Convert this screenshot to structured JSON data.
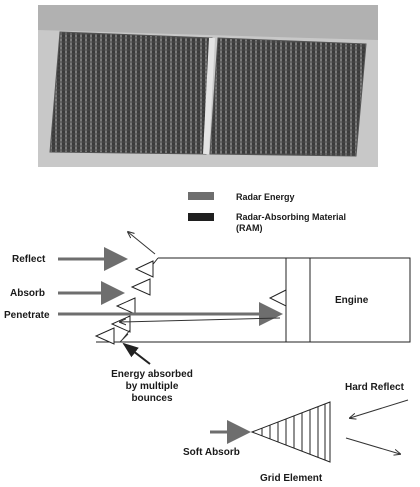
{
  "photo": {
    "background_color": "#ffffff",
    "surface_color": "#cfcfcf",
    "panel_color": "#3a3a3a",
    "panel_count": 2
  },
  "legend": {
    "radar_energy_label": "Radar Energy",
    "radar_energy_color": "#6e6e6e",
    "ram_label_line1": "Radar-Absorbing Material",
    "ram_label_line2": "(RAM)",
    "ram_color": "#1f1f1f"
  },
  "diagram": {
    "reflect_label": "Reflect",
    "absorb_label": "Absorb",
    "penetrate_label": "Penetrate",
    "engine_label": "Engine",
    "multi_bounce_line1": "Energy absorbed",
    "multi_bounce_line2": "by multiple",
    "multi_bounce_line3": "bounces"
  },
  "grid_detail": {
    "hard_reflect_label": "Hard Reflect",
    "soft_absorb_label": "Soft Absorb",
    "grid_element_label": "Grid Element"
  },
  "colors": {
    "arrow_gray": "#6e6e6e",
    "line_dark": "#222222"
  }
}
